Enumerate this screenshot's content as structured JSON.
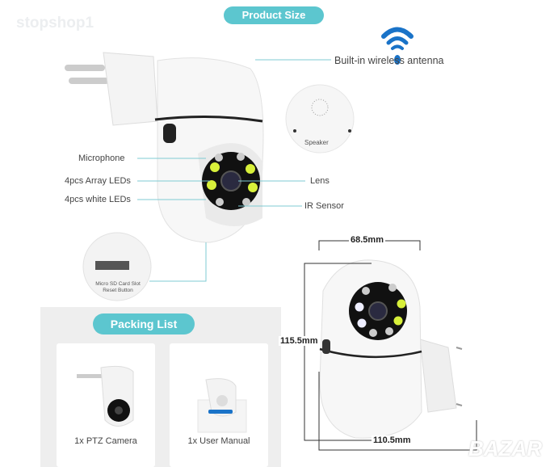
{
  "watermark_top": "stopshop1",
  "watermark_bottom": "BAZAR",
  "product_size_title": "Product Size",
  "labels": {
    "antenna": "Built-in wireless antenna",
    "speaker": "Speaker",
    "microphone": "Microphone",
    "array_leds": "4pcs Array LEDs",
    "white_leds": "4pcs white LEDs",
    "lens": "Lens",
    "ir_sensor": "IR Sensor",
    "sd_slot": "Micro SD Card Slot",
    "reset": "Reset Button"
  },
  "dimensions": {
    "width": "68.5mm",
    "height": "115.5mm",
    "depth": "110.5mm"
  },
  "packing": {
    "title": "Packing List",
    "items": [
      {
        "label": "1x PTZ Camera"
      },
      {
        "label": "1x User Manual"
      }
    ]
  },
  "colors": {
    "accent": "#5cc6cf",
    "wifi": "#1a73c8",
    "led_yellow": "#d8f03a"
  }
}
